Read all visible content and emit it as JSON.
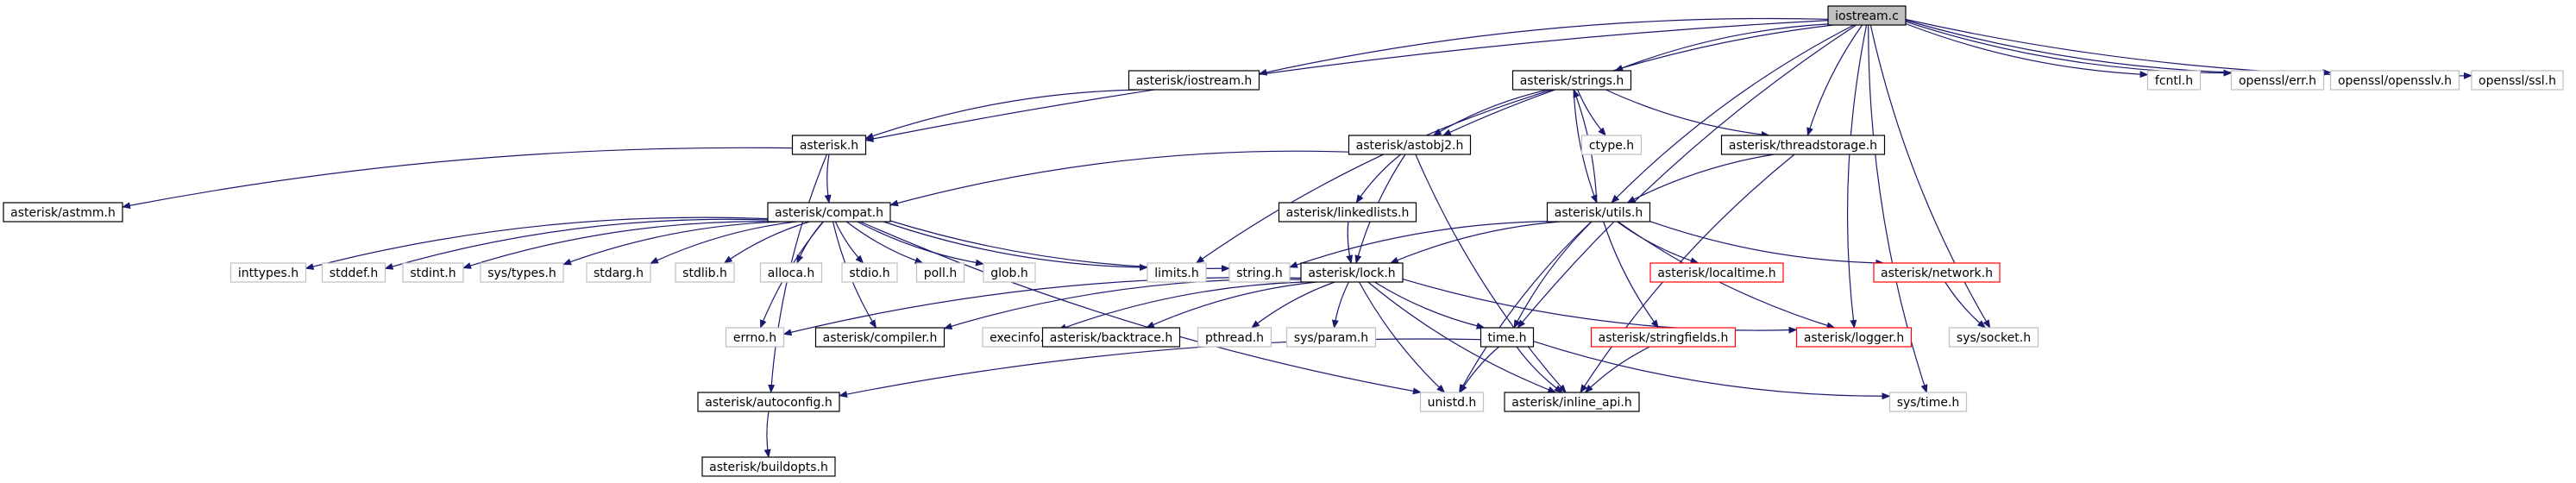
{
  "diagram": {
    "nodes": [
      {
        "id": "iostream_c",
        "label": "iostream.c",
        "style": "root"
      },
      {
        "id": "asterisk_iostream_h",
        "label": "asterisk/iostream.h",
        "style": "solid"
      },
      {
        "id": "asterisk_strings_h",
        "label": "asterisk/strings.h",
        "style": "solid"
      },
      {
        "id": "fcntl_h",
        "label": "fcntl.h",
        "style": "grey"
      },
      {
        "id": "openssl_err_h",
        "label": "openssl/err.h",
        "style": "grey"
      },
      {
        "id": "openssl_opensslv_h",
        "label": "openssl/opensslv.h",
        "style": "grey"
      },
      {
        "id": "openssl_ssl_h",
        "label": "openssl/ssl.h",
        "style": "grey"
      },
      {
        "id": "asterisk_h",
        "label": "asterisk.h",
        "style": "solid"
      },
      {
        "id": "ctype_h",
        "label": "ctype.h",
        "style": "grey"
      },
      {
        "id": "asterisk_astobj2_h",
        "label": "asterisk/astobj2.h",
        "style": "solid"
      },
      {
        "id": "asterisk_threadstorage_h",
        "label": "asterisk/threadstorage.h",
        "style": "solid"
      },
      {
        "id": "asterisk_astmm_h",
        "label": "asterisk/astmm.h",
        "style": "solid"
      },
      {
        "id": "asterisk_compat_h",
        "label": "asterisk/compat.h",
        "style": "solid"
      },
      {
        "id": "asterisk_linkedlists_h",
        "label": "asterisk/linkedlists.h",
        "style": "solid"
      },
      {
        "id": "asterisk_utils_h",
        "label": "asterisk/utils.h",
        "style": "solid"
      },
      {
        "id": "inttypes_h",
        "label": "inttypes.h",
        "style": "grey"
      },
      {
        "id": "stddef_h",
        "label": "stddef.h",
        "style": "grey"
      },
      {
        "id": "stdint_h",
        "label": "stdint.h",
        "style": "grey"
      },
      {
        "id": "sys_types_h",
        "label": "sys/types.h",
        "style": "grey"
      },
      {
        "id": "stdarg_h",
        "label": "stdarg.h",
        "style": "grey"
      },
      {
        "id": "stdlib_h",
        "label": "stdlib.h",
        "style": "grey"
      },
      {
        "id": "alloca_h",
        "label": "alloca.h",
        "style": "grey"
      },
      {
        "id": "stdio_h",
        "label": "stdio.h",
        "style": "grey"
      },
      {
        "id": "poll_h",
        "label": "poll.h",
        "style": "grey"
      },
      {
        "id": "glob_h",
        "label": "glob.h",
        "style": "grey"
      },
      {
        "id": "limits_h",
        "label": "limits.h",
        "style": "grey"
      },
      {
        "id": "string_h",
        "label": "string.h",
        "style": "grey"
      },
      {
        "id": "asterisk_lock_h",
        "label": "asterisk/lock.h",
        "style": "solid"
      },
      {
        "id": "asterisk_localtime_h",
        "label": "asterisk/localtime.h",
        "style": "red"
      },
      {
        "id": "asterisk_network_h",
        "label": "asterisk/network.h",
        "style": "red"
      },
      {
        "id": "errno_h",
        "label": "errno.h",
        "style": "grey"
      },
      {
        "id": "asterisk_compiler_h",
        "label": "asterisk/compiler.h",
        "style": "solid"
      },
      {
        "id": "execinfo_h",
        "label": "execinfo.h",
        "style": "grey"
      },
      {
        "id": "asterisk_backtrace_h",
        "label": "asterisk/backtrace.h",
        "style": "solid"
      },
      {
        "id": "pthread_h",
        "label": "pthread.h",
        "style": "grey"
      },
      {
        "id": "sys_param_h",
        "label": "sys/param.h",
        "style": "grey"
      },
      {
        "id": "time_h",
        "label": "time.h",
        "style": "solid"
      },
      {
        "id": "asterisk_stringfields_h",
        "label": "asterisk/stringfields.h",
        "style": "red"
      },
      {
        "id": "asterisk_logger_h",
        "label": "asterisk/logger.h",
        "style": "red"
      },
      {
        "id": "sys_socket_h",
        "label": "sys/socket.h",
        "style": "grey"
      },
      {
        "id": "asterisk_autoconfig_h",
        "label": "asterisk/autoconfig.h",
        "style": "solid"
      },
      {
        "id": "unistd_h",
        "label": "unistd.h",
        "style": "grey"
      },
      {
        "id": "asterisk_inline_api_h",
        "label": "asterisk/inline_api.h",
        "style": "solid"
      },
      {
        "id": "sys_time_h",
        "label": "sys/time.h",
        "style": "grey"
      },
      {
        "id": "asterisk_buildopts_h",
        "label": "asterisk/buildopts.h",
        "style": "solid"
      }
    ],
    "edges": [
      [
        "iostream_c",
        "asterisk_h"
      ],
      [
        "iostream_c",
        "asterisk_iostream_h"
      ],
      [
        "iostream_c",
        "asterisk_strings_h"
      ],
      [
        "iostream_c",
        "asterisk_astobj2_h"
      ],
      [
        "iostream_c",
        "asterisk_threadstorage_h"
      ],
      [
        "iostream_c",
        "asterisk_utils_h"
      ],
      [
        "iostream_c",
        "time_h"
      ],
      [
        "iostream_c",
        "asterisk_logger_h"
      ],
      [
        "iostream_c",
        "fcntl_h"
      ],
      [
        "iostream_c",
        "openssl_err_h"
      ],
      [
        "iostream_c",
        "openssl_opensslv_h"
      ],
      [
        "iostream_c",
        "openssl_ssl_h"
      ],
      [
        "iostream_c",
        "sys_socket_h"
      ],
      [
        "iostream_c",
        "sys_time_h"
      ],
      [
        "asterisk_iostream_h",
        "asterisk_h"
      ],
      [
        "asterisk_h",
        "asterisk_astmm_h"
      ],
      [
        "asterisk_h",
        "asterisk_compat_h"
      ],
      [
        "asterisk_h",
        "asterisk_autoconfig_h"
      ],
      [
        "asterisk_strings_h",
        "ctype_h"
      ],
      [
        "asterisk_strings_h",
        "asterisk_astobj2_h"
      ],
      [
        "asterisk_strings_h",
        "asterisk_threadstorage_h"
      ],
      [
        "asterisk_strings_h",
        "asterisk_utils_h"
      ],
      [
        "asterisk_strings_h",
        "limits_h"
      ],
      [
        "asterisk_astobj2_h",
        "asterisk_compat_h"
      ],
      [
        "asterisk_astobj2_h",
        "asterisk_linkedlists_h"
      ],
      [
        "asterisk_astobj2_h",
        "asterisk_lock_h"
      ],
      [
        "asterisk_astobj2_h",
        "asterisk_inline_api_h"
      ],
      [
        "asterisk_threadstorage_h",
        "asterisk_utils_h"
      ],
      [
        "asterisk_threadstorage_h",
        "asterisk_inline_api_h"
      ],
      [
        "asterisk_linkedlists_h",
        "asterisk_lock_h"
      ],
      [
        "asterisk_compat_h",
        "inttypes_h"
      ],
      [
        "asterisk_compat_h",
        "stddef_h"
      ],
      [
        "asterisk_compat_h",
        "stdint_h"
      ],
      [
        "asterisk_compat_h",
        "sys_types_h"
      ],
      [
        "asterisk_compat_h",
        "stdarg_h"
      ],
      [
        "asterisk_compat_h",
        "stdlib_h"
      ],
      [
        "asterisk_compat_h",
        "alloca_h"
      ],
      [
        "asterisk_compat_h",
        "stdio_h"
      ],
      [
        "asterisk_compat_h",
        "poll_h"
      ],
      [
        "asterisk_compat_h",
        "glob_h"
      ],
      [
        "asterisk_compat_h",
        "limits_h"
      ],
      [
        "asterisk_compat_h",
        "string_h"
      ],
      [
        "asterisk_compat_h",
        "errno_h"
      ],
      [
        "asterisk_compat_h",
        "asterisk_compiler_h"
      ],
      [
        "asterisk_compat_h",
        "unistd_h"
      ],
      [
        "asterisk_utils_h",
        "asterisk_strings_h"
      ],
      [
        "asterisk_utils_h",
        "string_h"
      ],
      [
        "asterisk_utils_h",
        "asterisk_lock_h"
      ],
      [
        "asterisk_utils_h",
        "asterisk_localtime_h"
      ],
      [
        "asterisk_utils_h",
        "asterisk_network_h"
      ],
      [
        "asterisk_utils_h",
        "time_h"
      ],
      [
        "asterisk_utils_h",
        "asterisk_stringfields_h"
      ],
      [
        "asterisk_utils_h",
        "asterisk_logger_h"
      ],
      [
        "asterisk_utils_h",
        "unistd_h"
      ],
      [
        "asterisk_lock_h",
        "errno_h"
      ],
      [
        "asterisk_lock_h",
        "asterisk_compiler_h"
      ],
      [
        "asterisk_lock_h",
        "execinfo_h"
      ],
      [
        "asterisk_lock_h",
        "asterisk_backtrace_h"
      ],
      [
        "asterisk_lock_h",
        "pthread_h"
      ],
      [
        "asterisk_lock_h",
        "sys_param_h"
      ],
      [
        "asterisk_lock_h",
        "time_h"
      ],
      [
        "asterisk_lock_h",
        "asterisk_logger_h"
      ],
      [
        "asterisk_lock_h",
        "asterisk_inline_api_h"
      ],
      [
        "asterisk_lock_h",
        "unistd_h"
      ],
      [
        "asterisk_network_h",
        "sys_socket_h"
      ],
      [
        "time_h",
        "asterisk_autoconfig_h"
      ],
      [
        "time_h",
        "unistd_h"
      ],
      [
        "time_h",
        "asterisk_inline_api_h"
      ],
      [
        "time_h",
        "sys_time_h"
      ],
      [
        "asterisk_stringfields_h",
        "asterisk_inline_api_h"
      ],
      [
        "asterisk_autoconfig_h",
        "asterisk_buildopts_h"
      ]
    ]
  },
  "colors": {
    "edge": "#191970",
    "solid_border": "#000000",
    "grey_border": "#bfbfbf",
    "red_border": "#ff0000",
    "root_fill": "#bfbfbf",
    "node_fill": "#ffffff"
  }
}
